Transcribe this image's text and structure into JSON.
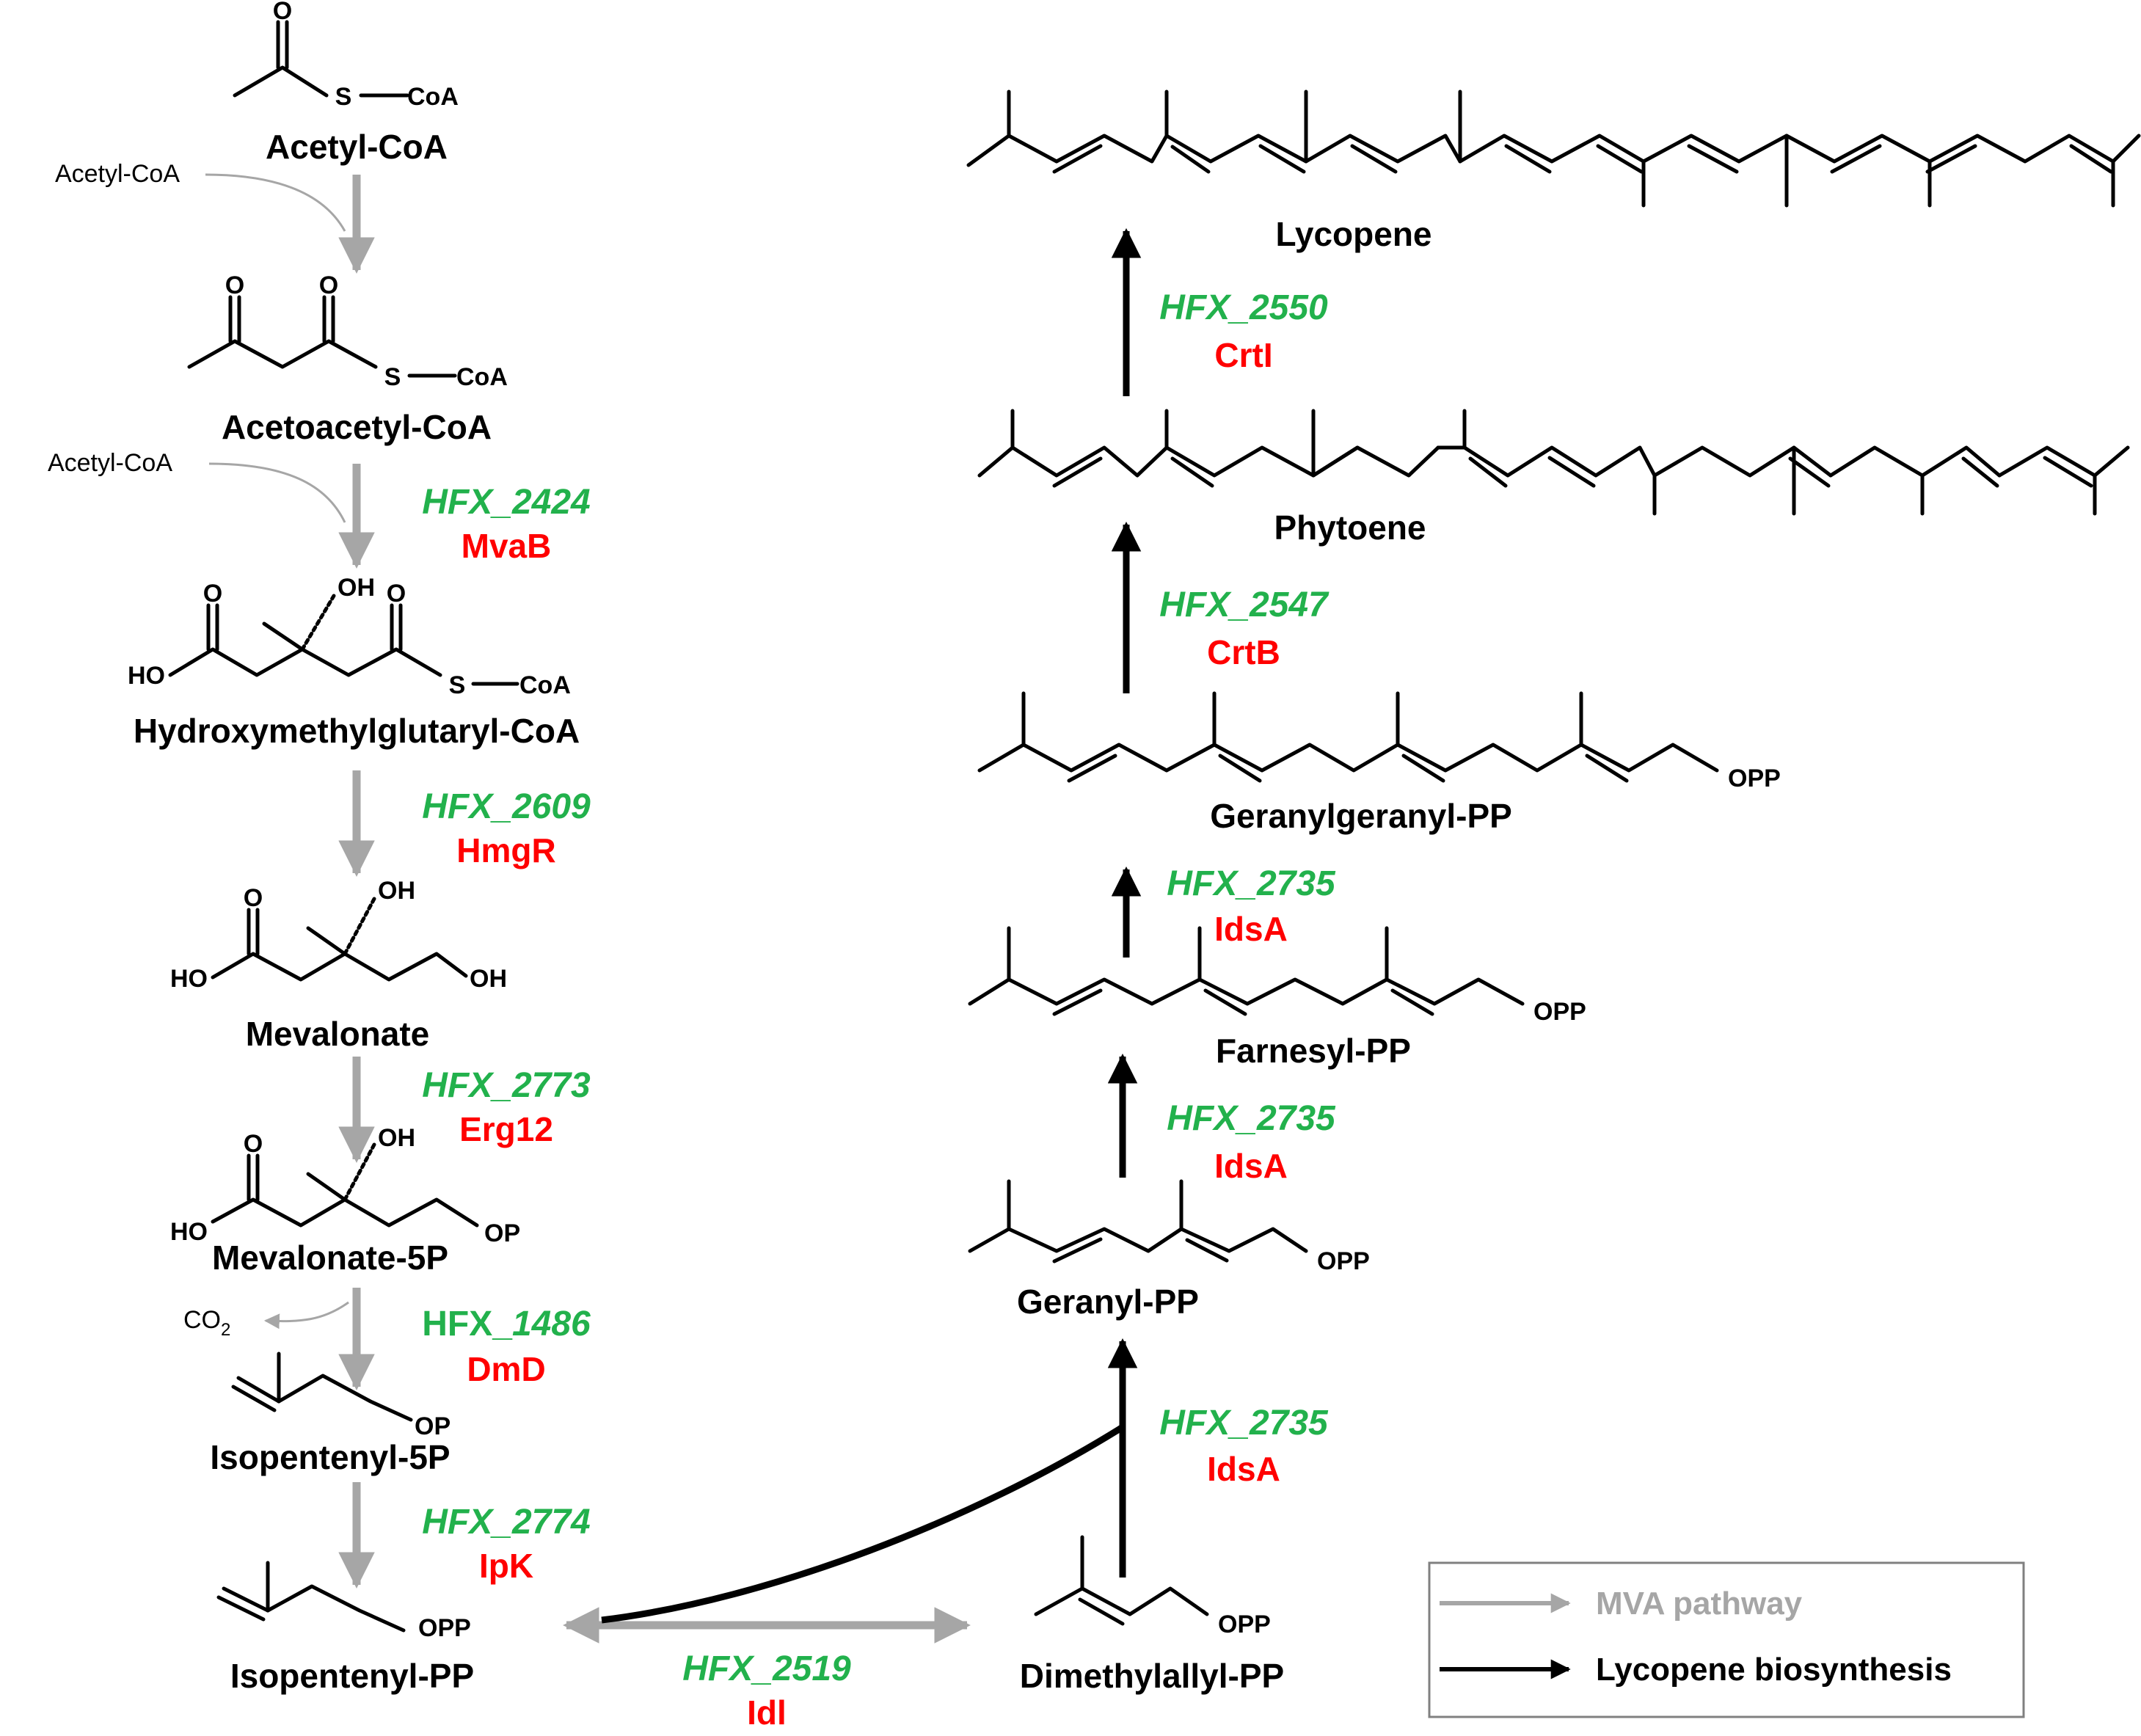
{
  "colors": {
    "mva_arrow": "#a6a6a6",
    "lycopene_arrow": "#000000",
    "gene_label": "#22b14c",
    "protein_label": "#ff0000",
    "legend_border": "#808080"
  },
  "molecules": {
    "acetyl_coa": "Acetyl-CoA",
    "acetoacetyl_coa": "Acetoacetyl-CoA",
    "hmg_coa": "Hydroxymethylglutaryl-CoA",
    "mevalonate": "Mevalonate",
    "mevalonate_5p": "Mevalonate-5P",
    "isopentenyl_5p": "Isopentenyl-5P",
    "isopentenyl_pp": "Isopentenyl-PP",
    "dimethylallyl_pp": "Dimethylallyl-PP",
    "geranyl_pp": "Geranyl-PP",
    "farnesyl_pp": "Farnesyl-PP",
    "geranylgeranyl_pp": "Geranylgeranyl-PP",
    "phytoene": "Phytoene",
    "lycopene": "Lycopene"
  },
  "side_substrates": {
    "acetyl_coa_1": "Acetyl-CoA",
    "acetyl_coa_2": "Acetyl-CoA",
    "co2": "CO",
    "co2_sub": "2"
  },
  "atoms": {
    "s": "S",
    "coa": "CoA",
    "o": "O",
    "oh": "OH",
    "ho": "HO",
    "op": "OP",
    "opp": "OPP"
  },
  "enzymes": {
    "mvab": {
      "gene": "HFX_2424",
      "protein": "MvaB"
    },
    "hmgr": {
      "gene": "HFX_2609",
      "protein": "HmgR"
    },
    "erg12": {
      "gene": "HFX_2773",
      "protein": "Erg12"
    },
    "dmd": {
      "gene_prefix": "HFX_",
      "gene_suffix": "1486",
      "protein": "DmD"
    },
    "ipk": {
      "gene": "HFX_2774",
      "protein": "IpK"
    },
    "idi": {
      "gene": "HFX_2519",
      "protein": "Idl"
    },
    "idsa_gpp": {
      "gene": "HFX_2735",
      "protein": "IdsA"
    },
    "idsa_fpp": {
      "gene": "HFX_2735",
      "protein": "IdsA"
    },
    "idsa_ggpp": {
      "gene": "HFX_2735",
      "protein": "IdsA"
    },
    "crtb": {
      "gene": "HFX_2547",
      "protein": "CrtB"
    },
    "crti": {
      "gene": "HFX_2550",
      "protein": "CrtI"
    }
  },
  "legend": {
    "mva": "MVA pathway",
    "lycopene": "Lycopene biosynthesis"
  }
}
